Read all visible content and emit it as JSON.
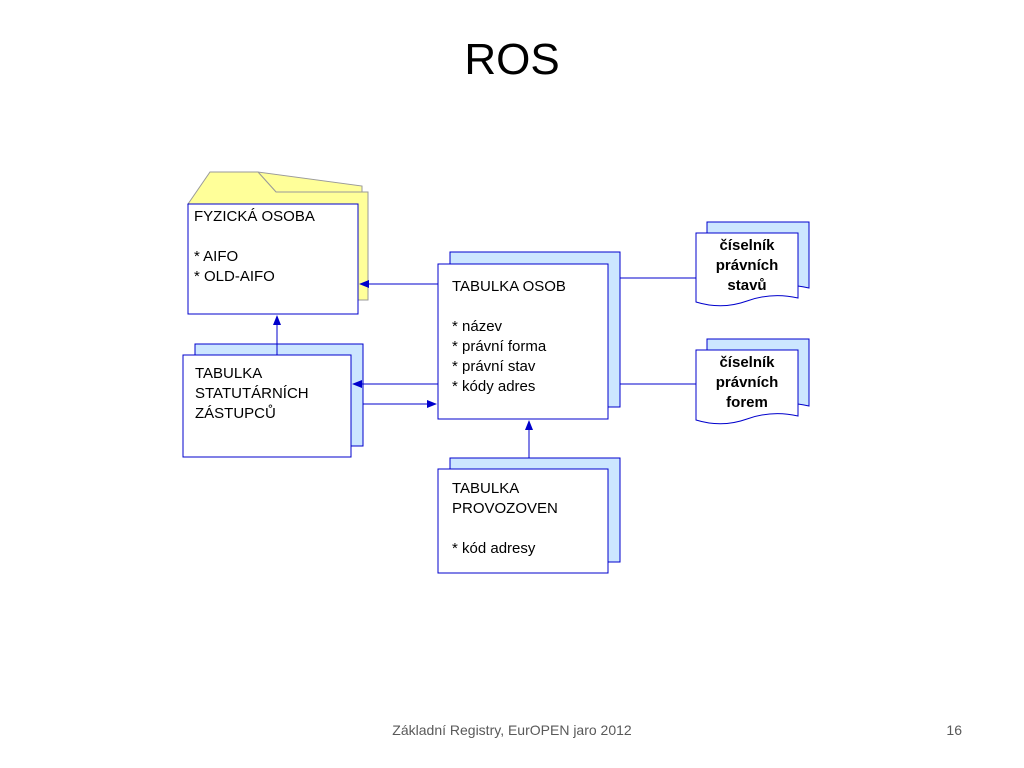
{
  "slide": {
    "title": "ROS"
  },
  "diagram": {
    "fyzicka_osoba": {
      "lines": [
        "FYZICKÁ OSOBA",
        "",
        "* AIFO",
        "* OLD-AIFO"
      ]
    },
    "tabulka_osob": {
      "lines": [
        "TABULKA OSOB",
        "",
        "* název",
        "* právní forma",
        "* právní stav",
        "* kódy adres"
      ]
    },
    "statutarni": {
      "lines": [
        "TABULKA",
        "STATUTÁRNÍCH",
        "ZÁSTUPCŮ"
      ]
    },
    "provozovny": {
      "lines": [
        "TABULKA",
        "PROVOZOVEN",
        "",
        "* kód adresy"
      ]
    },
    "ciselnik_stavu": {
      "lines": [
        "číselník",
        "právních",
        "stavů"
      ]
    },
    "ciselnik_forem": {
      "lines": [
        "číselník",
        "právních",
        "forem"
      ]
    }
  },
  "colors": {
    "line": "#0000cc",
    "shadow": "#cce6ff",
    "folder": "#ffff99",
    "folder_border": "#9a9a9a"
  },
  "footer": {
    "text": "Základní Registry, EurOPEN jaro 2012",
    "page": "16"
  }
}
